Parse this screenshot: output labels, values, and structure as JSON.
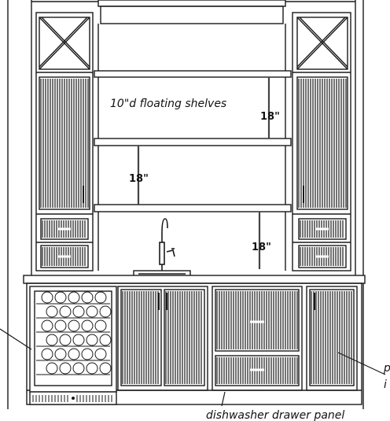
{
  "annotations": {
    "shelves_note": "10\"d floating shelves",
    "dim_upper": "18\"",
    "dim_middle": "18\"",
    "dim_lower": "18\"",
    "dishwasher_note": "dishwasher drawer panel",
    "right_edge_fragment_1": "p",
    "right_edge_fragment_2": "i"
  },
  "wine_rack": {
    "rows": 6,
    "bottles_per_row": 5
  },
  "colors": {
    "line": "#1a1a1a",
    "grille": "#2a2a2a",
    "background": "#ffffff"
  }
}
